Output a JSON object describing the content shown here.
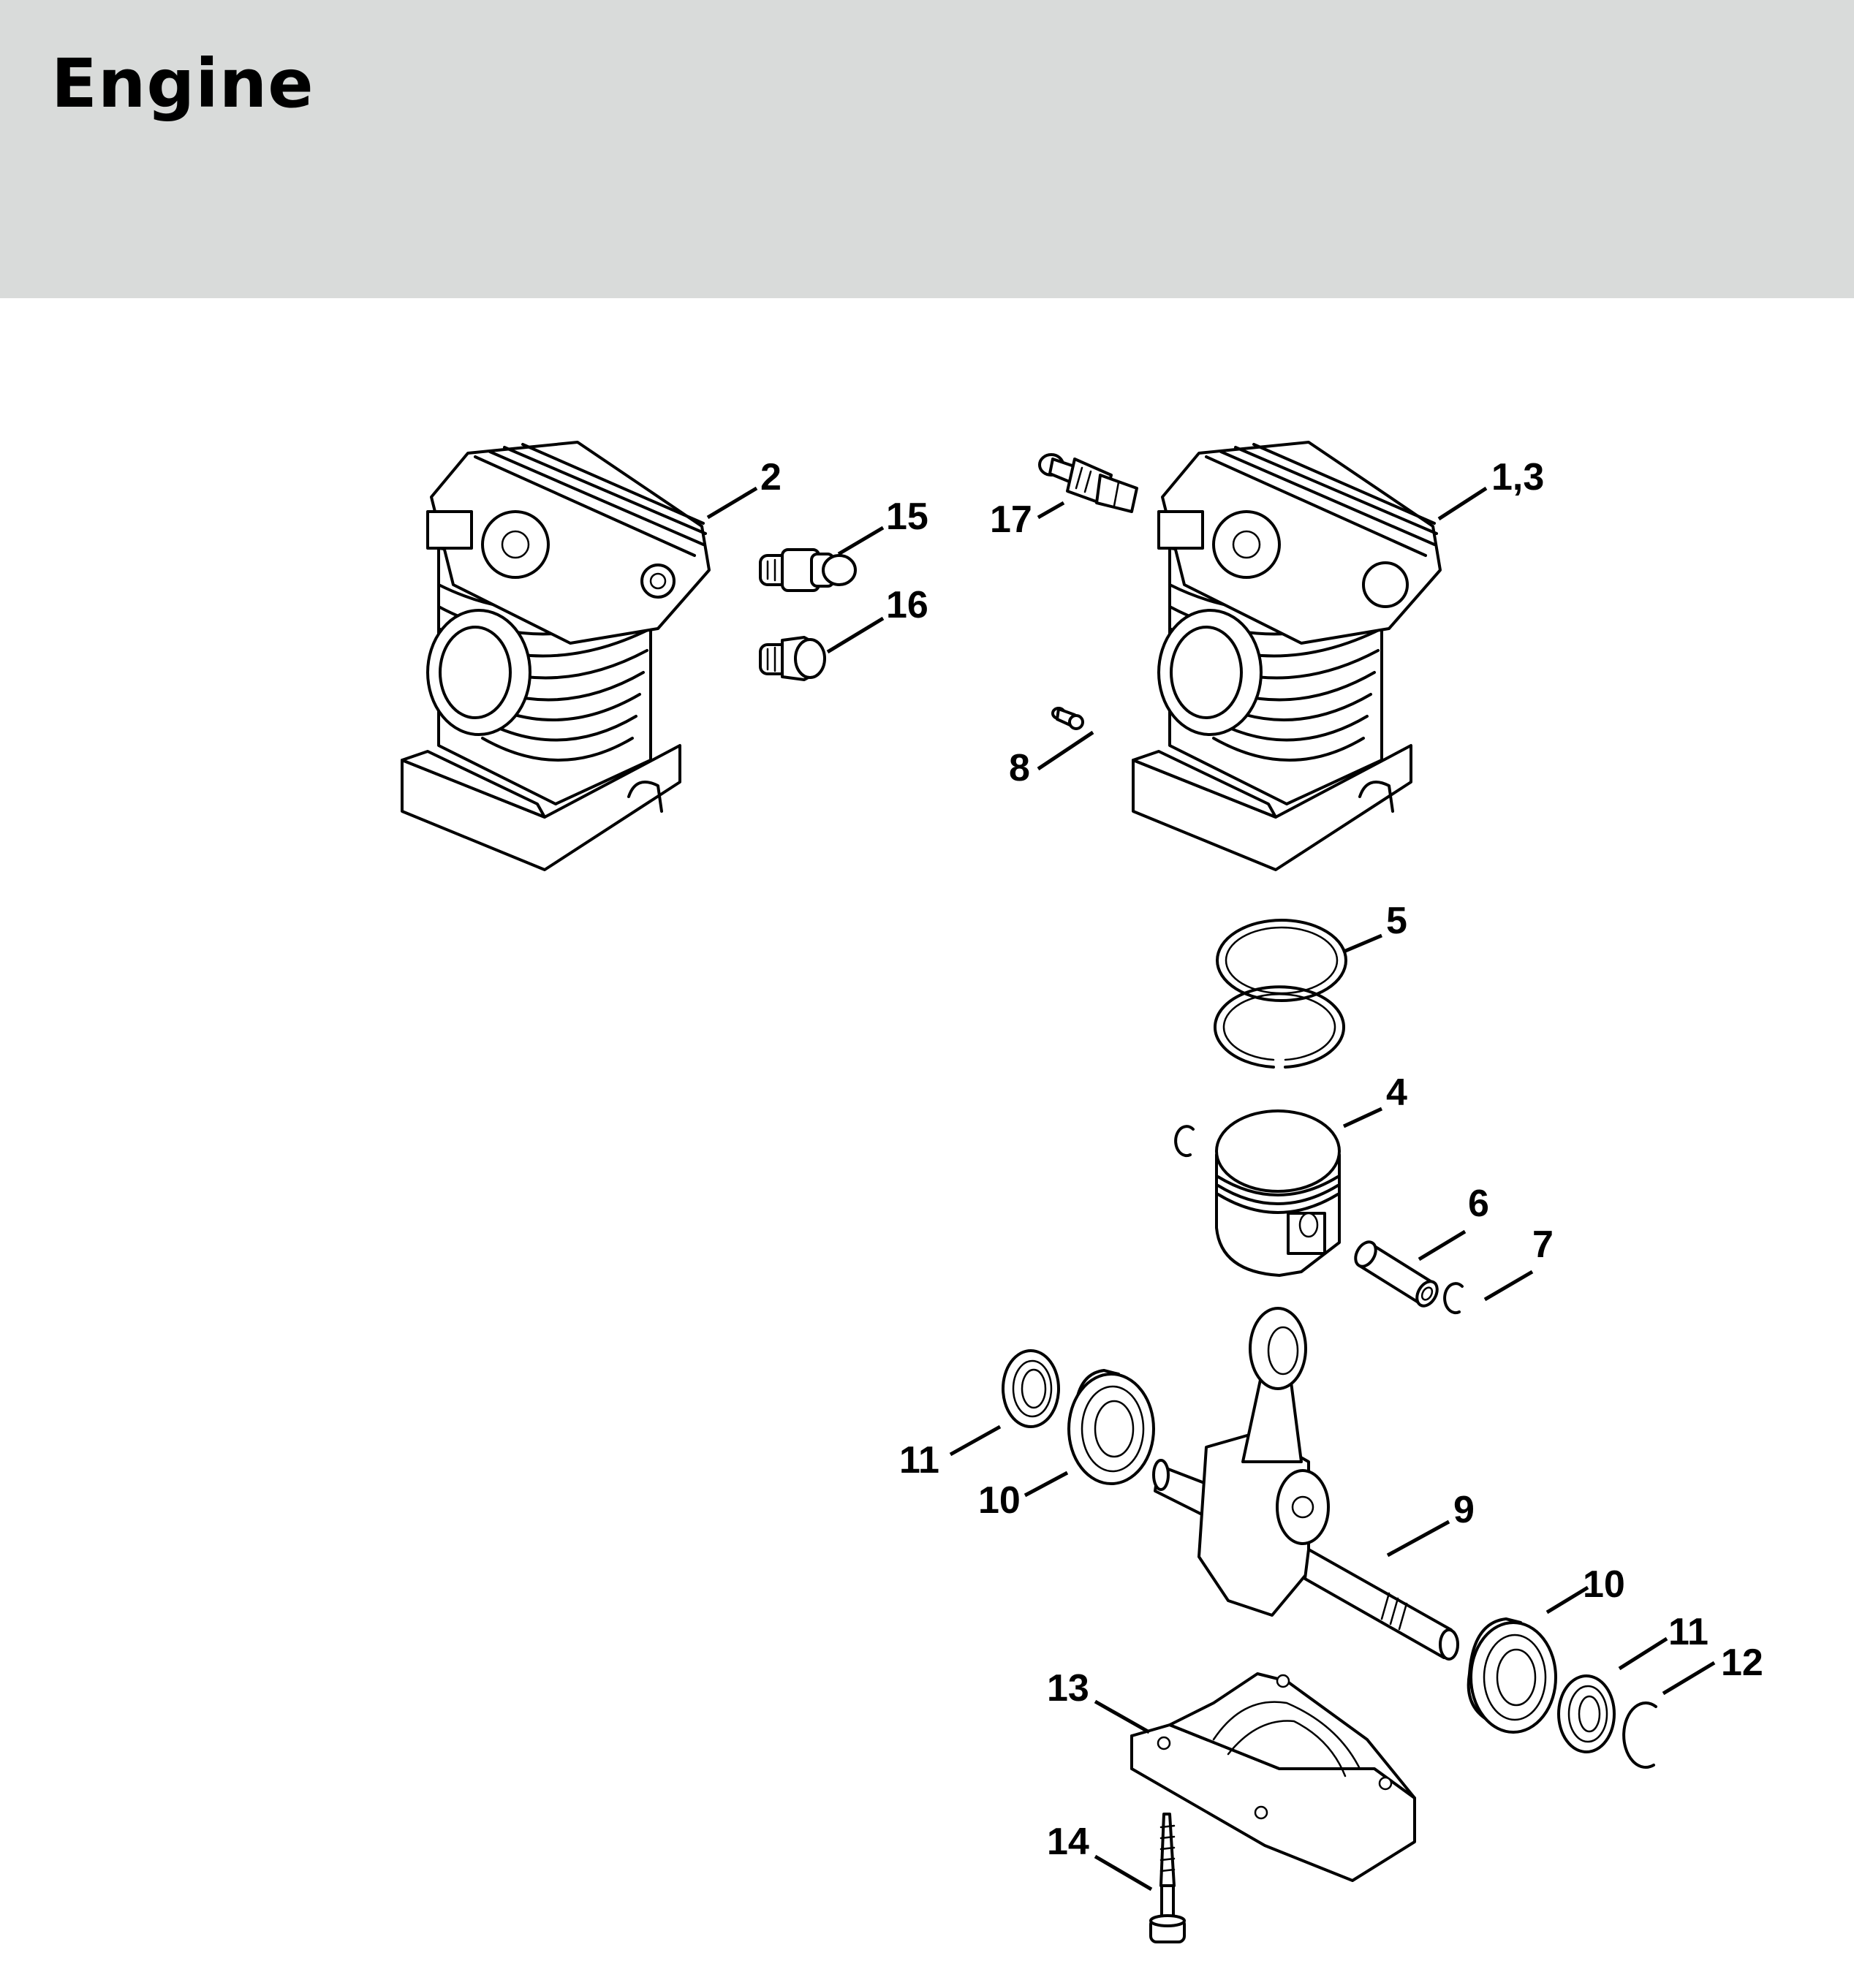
{
  "header": {
    "title": "Engine"
  },
  "colors": {
    "header_bg": "#d9dbda",
    "line": "#000000",
    "background": "#ffffff"
  },
  "diagram": {
    "type": "exploded-parts-view",
    "callouts": [
      {
        "id": "c-2",
        "label": "2",
        "part": "cylinder"
      },
      {
        "id": "c-1-3",
        "label": "1,3",
        "part": "cylinder-with-piston"
      },
      {
        "id": "c-15",
        "label": "15",
        "part": "decompression-valve"
      },
      {
        "id": "c-16",
        "label": "16",
        "part": "plug"
      },
      {
        "id": "c-17",
        "label": "17",
        "part": "decompression-valve"
      },
      {
        "id": "c-8",
        "label": "8",
        "part": "stud"
      },
      {
        "id": "c-5",
        "label": "5",
        "part": "piston-ring"
      },
      {
        "id": "c-4",
        "label": "4",
        "part": "piston"
      },
      {
        "id": "c-6",
        "label": "6",
        "part": "piston-pin"
      },
      {
        "id": "c-7",
        "label": "7",
        "part": "snap-ring"
      },
      {
        "id": "c-11a",
        "label": "11",
        "part": "oil-seal"
      },
      {
        "id": "c-10a",
        "label": "10",
        "part": "ball-bearing"
      },
      {
        "id": "c-9",
        "label": "9",
        "part": "crankshaft"
      },
      {
        "id": "c-10b",
        "label": "10",
        "part": "ball-bearing"
      },
      {
        "id": "c-11b",
        "label": "11",
        "part": "oil-seal"
      },
      {
        "id": "c-12",
        "label": "12",
        "part": "circlip"
      },
      {
        "id": "c-13",
        "label": "13",
        "part": "oil-pan"
      },
      {
        "id": "c-14",
        "label": "14",
        "part": "screw"
      }
    ]
  }
}
